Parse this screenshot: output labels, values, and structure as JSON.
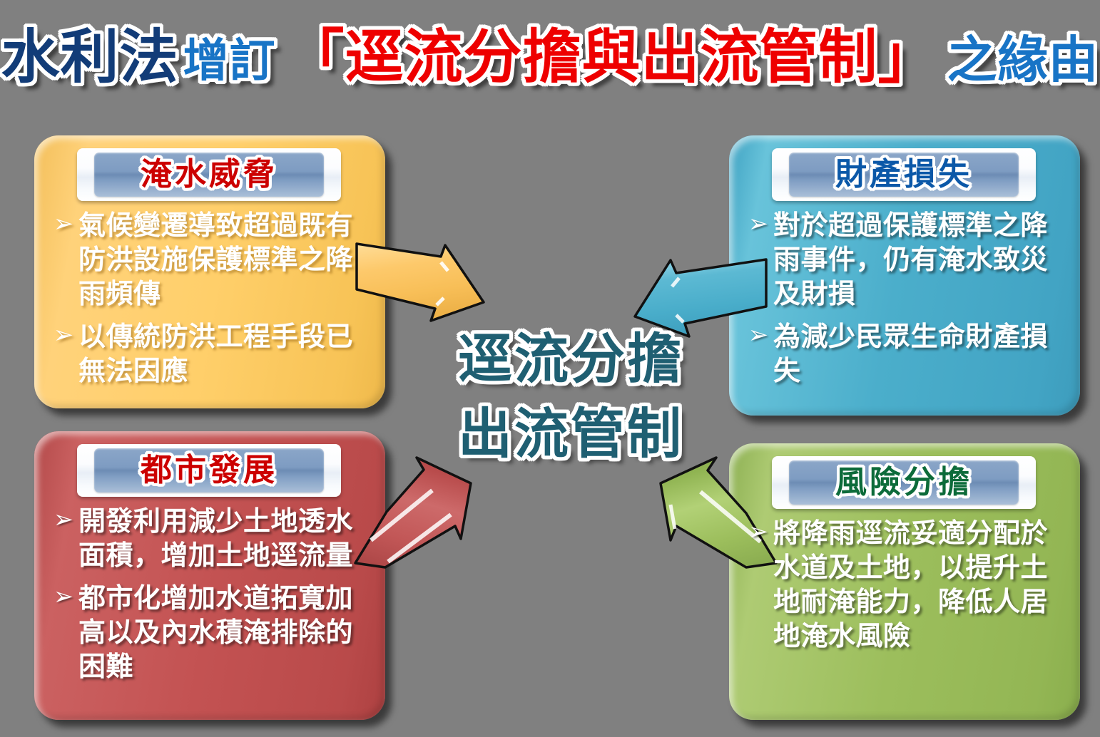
{
  "background_color": "#808080",
  "title": {
    "segment1": "水利法",
    "segment2": "增訂",
    "segment3": "「逕流分擔與出流管制」",
    "segment4": "之緣由",
    "colors": {
      "segment1": "#123c78",
      "segment2": "#1874c6",
      "segment3": "#ee0000",
      "segment4": "#1874c6"
    }
  },
  "center": {
    "line1": "逕流分擔",
    "line2": "出流管制",
    "color": "#1f5f72"
  },
  "cards": {
    "flood_threat": {
      "header": "淹水威脅",
      "header_color": "#cc0000",
      "body_color": "#ffcf6a",
      "bullet_marker": "➢",
      "bullets": [
        "氣候變遷導致超過既有防洪設施保護標準之降雨頻傳",
        "以傳統防洪工程手段已無法因應"
      ]
    },
    "urban_development": {
      "header": "都市發展",
      "header_color": "#cc0000",
      "body_color": "#c35252",
      "bullet_marker": "➢",
      "bullets": [
        "開發利用減少土地透水面積，增加土地逕流量",
        "都市化增加水道拓寬加高以及內水積淹排除的困難"
      ]
    },
    "property_loss": {
      "header": "財產損失",
      "header_color": "#0b58a8",
      "body_color": "#4baecb",
      "bullet_marker": "➢",
      "bullets": [
        "對於超過保護標準之降雨事件，仍有淹水致災及財損",
        "為減少民眾生命財產損失"
      ]
    },
    "risk_sharing": {
      "header": "風險分擔",
      "header_color": "#0c6b3a",
      "body_color": "#9cbe5c",
      "bullet_marker": "➢",
      "bullets": [
        "將降雨逕流妥適分配於水道及土地，以提升土地耐淹能力，降低人居地淹水風險"
      ]
    }
  },
  "arrows": [
    {
      "name": "arrow-flood-to-center",
      "color": "#ffcf6a",
      "direction": "right-down"
    },
    {
      "name": "arrow-urban-to-center",
      "color": "#c35252",
      "direction": "right-up"
    },
    {
      "name": "arrow-loss-to-center",
      "color": "#4baecb",
      "direction": "left-down"
    },
    {
      "name": "arrow-risk-to-center",
      "color": "#9cbe5c",
      "direction": "left-up"
    }
  ]
}
